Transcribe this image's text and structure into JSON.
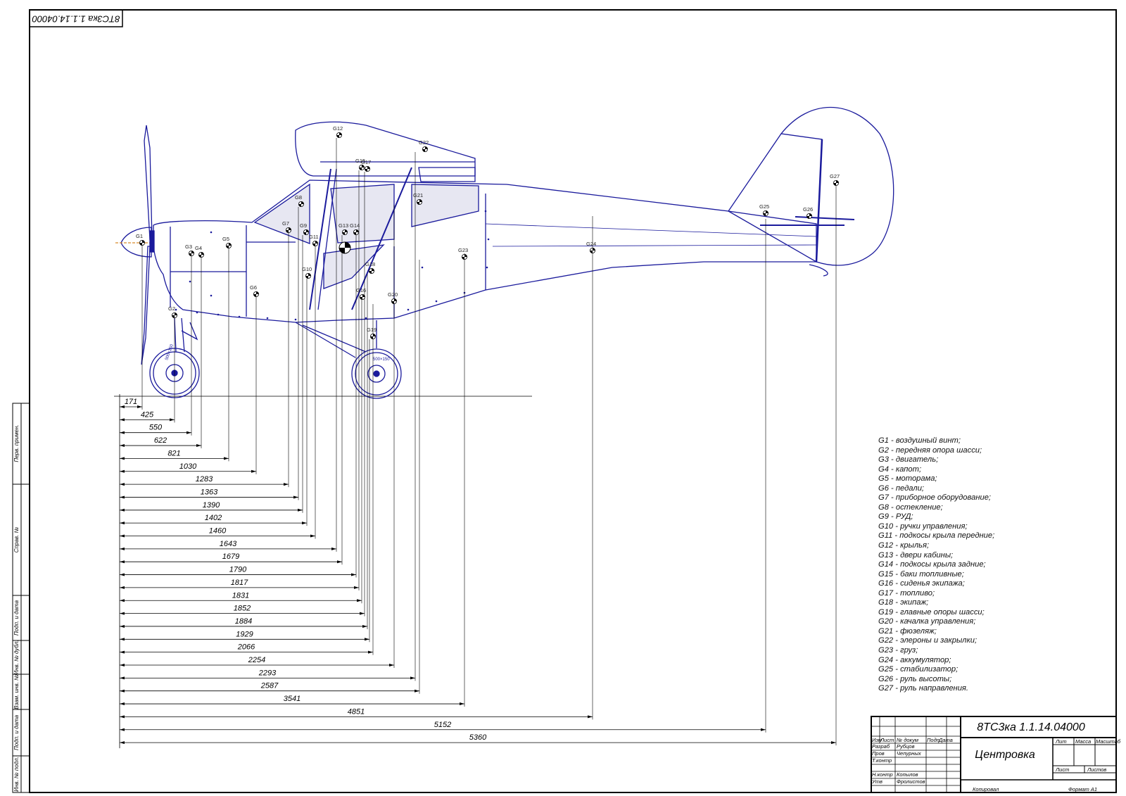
{
  "drawing": {
    "code_stamp": "8ТС3ка 1.1.14.04000",
    "colors": {
      "aircraft": "#1a1a9c",
      "dimension": "#000000",
      "frame": "#000000"
    }
  },
  "cg_labels": [
    "G1",
    "G2",
    "G3",
    "G4",
    "G5",
    "G6",
    "G7",
    "G8",
    "G9",
    "G10",
    "G11",
    "G12",
    "G13",
    "G14",
    "G15",
    "G16",
    "G17",
    "G18",
    "G19",
    "G20",
    "G21",
    "G22",
    "G23",
    "G24",
    "G25",
    "G26",
    "G27"
  ],
  "dimensions": [
    "171",
    "425",
    "550",
    "622",
    "821",
    "1030",
    "1283",
    "1363",
    "1390",
    "1402",
    "1460",
    "1643",
    "1679",
    "1790",
    "1817",
    "1831",
    "1852",
    "1884",
    "1929",
    "2066",
    "2254",
    "2293",
    "2587",
    "3541",
    "4851",
    "5152",
    "5360"
  ],
  "wheel_text": "500×150",
  "legend": [
    "G1 - воздушный винт;",
    "G2 - передняя опора шасси;",
    "G3 - двигатель;",
    "G4 - капот;",
    "G5 - моторама;",
    "G6 - педали;",
    "G7 - приборное оборудование;",
    "G8 - остекление;",
    "G9 - РУД;",
    "G10 - ручки управления;",
    "G11 - подкосы крыла передние;",
    "G12 - крылья;",
    "G13 - двери кабины;",
    "G14 - подкосы крыла задние;",
    "G15 - баки топливные;",
    "G16 - сиденья экипажа;",
    "G17 - топливо;",
    "G18 - экипаж;",
    "G19 - главные опоры шасси;",
    "G20 - качалка управления;",
    "G21 - фюзеляж;",
    "G22 - элероны и закрылки;",
    "G23 - груз;",
    "G24 - аккумулятор;",
    "G25 - стабилизатор;",
    "G26 - руль высоты;",
    "G27 - руль направления."
  ],
  "title_block": {
    "designation": "8ТС3ка 1.1.14.04000",
    "title": "Центровка",
    "col_headers": [
      "Изм",
      "Лист",
      "№ докум",
      "Подп",
      "Дата"
    ],
    "row_labels": [
      "Разраб",
      "Пров",
      "Т.контр",
      "Н.контр",
      "Утв"
    ],
    "names": [
      "Рубцов",
      "Чепурных",
      "Копылов",
      "Фролистов"
    ],
    "lit_label": "Лит",
    "mass_label": "Масса",
    "scale_label": "Масштаб",
    "sheet_label": "Лист",
    "sheets_label": "Листов",
    "copied": "Копировал",
    "format": "Формат  А1"
  },
  "side_strip": [
    "Перв. примен.",
    "Справ. №",
    "Подп. и дата",
    "Инв. № дубл.",
    "Взам. инв. №",
    "Подп. и дата",
    "Инв. № подл."
  ]
}
